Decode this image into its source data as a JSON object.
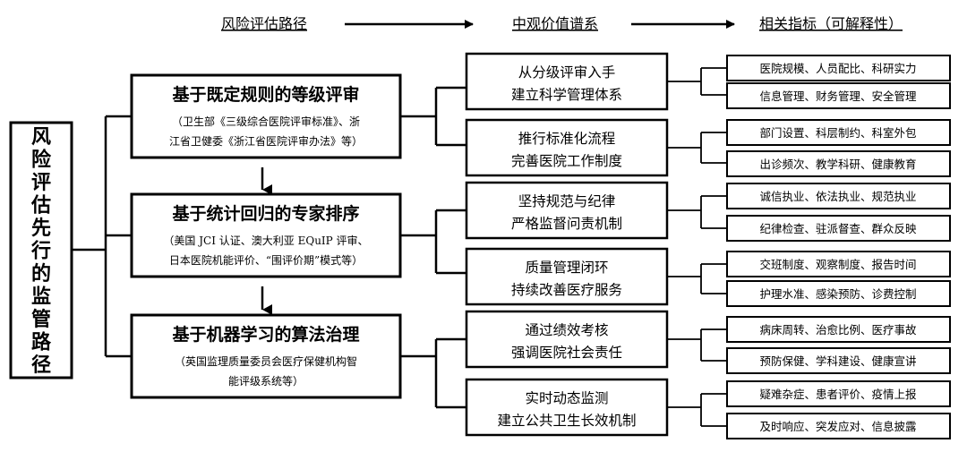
{
  "headers": {
    "risk_path": "风险评估路径",
    "value_spectrum": "中观价值谱系",
    "indicators": "相关指标（可解释性）"
  },
  "root": {
    "label": "风险评估先行的监管路径"
  },
  "level1": [
    {
      "title": "基于既定规则的等级评审",
      "sub_lines": [
        "（卫生部《三级综合医院评审标准》、浙",
        "江省卫健委《浙江省医院评审办法》等）"
      ]
    },
    {
      "title": "基于统计回归的专家排序",
      "sub_lines": [
        "（美国 JCI 认证、澳大利亚 EQuIP 评审、",
        "日本医院机能评价、“围评价期”模式等）"
      ]
    },
    {
      "title": "基于机器学习的算法治理",
      "sub_lines": [
        "（英国监理质量委员会医疗保健机构智",
        "能评级系统等）"
      ]
    }
  ],
  "level2": [
    {
      "line1": "从分级评审入手",
      "line2": "建立科学管理体系"
    },
    {
      "line1": "推行标准化流程",
      "line2": "完善医院工作制度"
    },
    {
      "line1": "坚持规范与纪律",
      "line2": "严格监督问责机制"
    },
    {
      "line1": "质量管理闭环",
      "line2": "持续改善医疗服务"
    },
    {
      "line1": "通过绩效考核",
      "line2": "强调医院社会责任"
    },
    {
      "line1": "实时动态监测",
      "line2": "建立公共卫生长效机制"
    }
  ],
  "level3": [
    "医院规模、人员配比、科研实力",
    "信息管理、财务管理、安全管理",
    "部门设置、科层制约、科室外包",
    "出诊频次、教学科研、健康教育",
    "诚信执业、依法执业、规范执业",
    "纪律检查、驻派督查、群众反映",
    "交班制度、观察制度、报告时间",
    "护理水准、感染预防、诊费控制",
    "病床周转、治愈比例、医疗事故",
    "预防保健、学科建设、健康宣讲",
    "疑难杂症、患者评价、疫情上报",
    "及时响应、突发应对、信息披露"
  ]
}
